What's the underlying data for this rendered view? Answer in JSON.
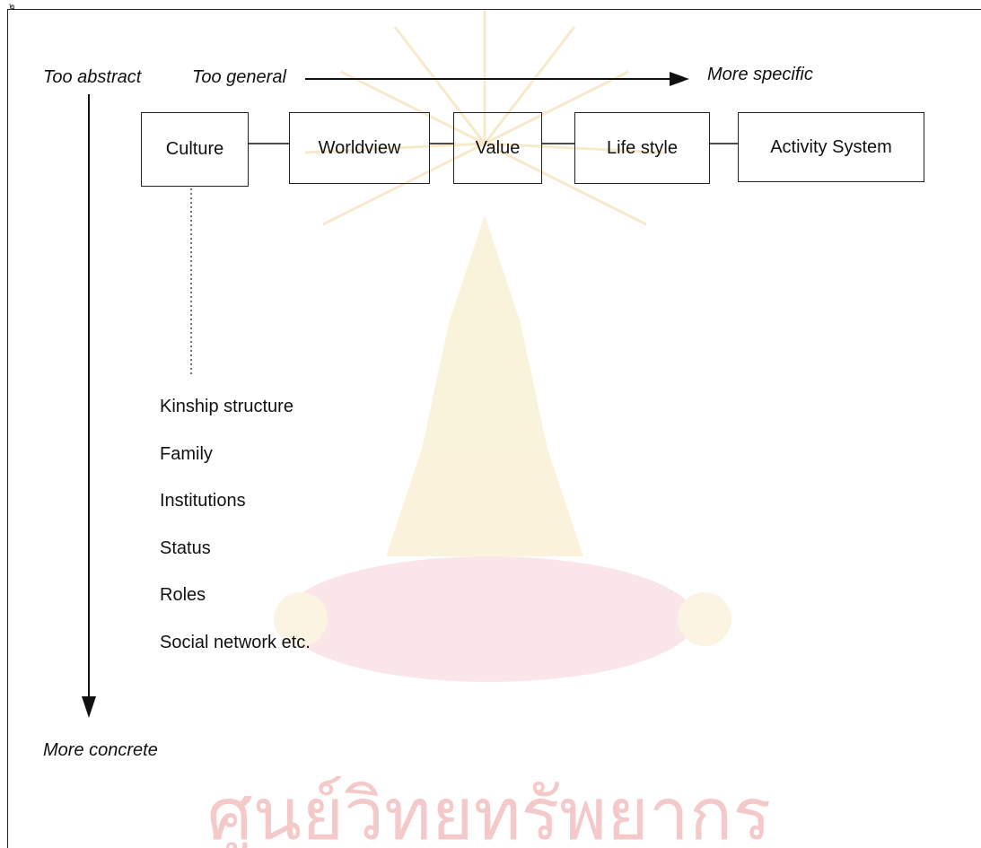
{
  "axes": {
    "top_left": "Too abstract",
    "top_start": "Too general",
    "top_end": "More specific",
    "bottom": "More concrete"
  },
  "boxes": [
    "Culture",
    "Worldview",
    "Value",
    "Life style",
    "Activity System"
  ],
  "culture_elements": [
    "Kinship structure",
    "Family",
    "Institutions",
    "Status",
    "Roles",
    "Social network etc."
  ],
  "watermark": {
    "text": "ศูนย์วิทยทรัพยากร",
    "color": "#f4c9c9"
  }
}
